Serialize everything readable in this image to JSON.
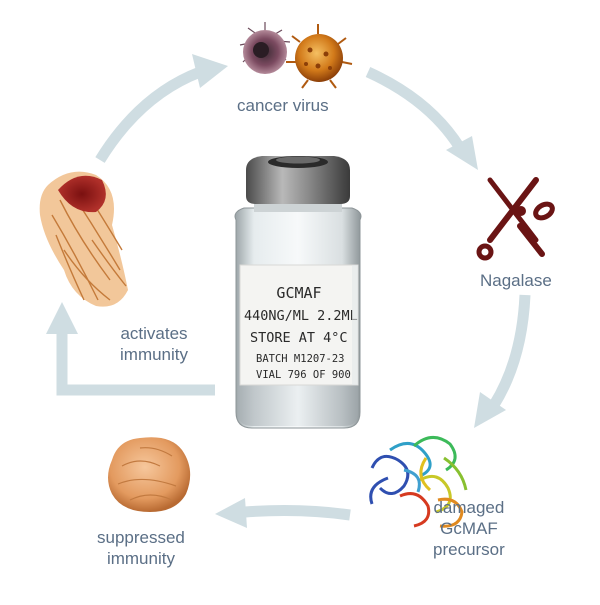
{
  "colors": {
    "arrow": "#cfdde2",
    "label": "#5b6f86",
    "scissors": "#6a1414"
  },
  "icons": {
    "cancer_virus": "virus-cells-icon",
    "nagalase": "scissors-icon",
    "damaged_precursor": "protein-ribbon-icon",
    "suppressed_immunity": "inactive-macrophage-icon",
    "activated_immunity": "active-macrophage-icon",
    "center": "gcmaf-vial-icon"
  },
  "labels": {
    "cancer_virus": "cancer virus",
    "nagalase": "Nagalase",
    "damaged_precursor": [
      "damaged",
      "GcMAF",
      "precursor"
    ],
    "suppressed_immunity": [
      "suppressed",
      "immunity"
    ],
    "activates_immunity": [
      "activates",
      "immunity"
    ]
  },
  "vial": {
    "line1": "GCMAF",
    "line2": "440NG/ML 2.2ML",
    "line3": "STORE AT 4°C",
    "line4": "BATCH M1207-23",
    "line5": "VIAL 796 OF 900"
  }
}
